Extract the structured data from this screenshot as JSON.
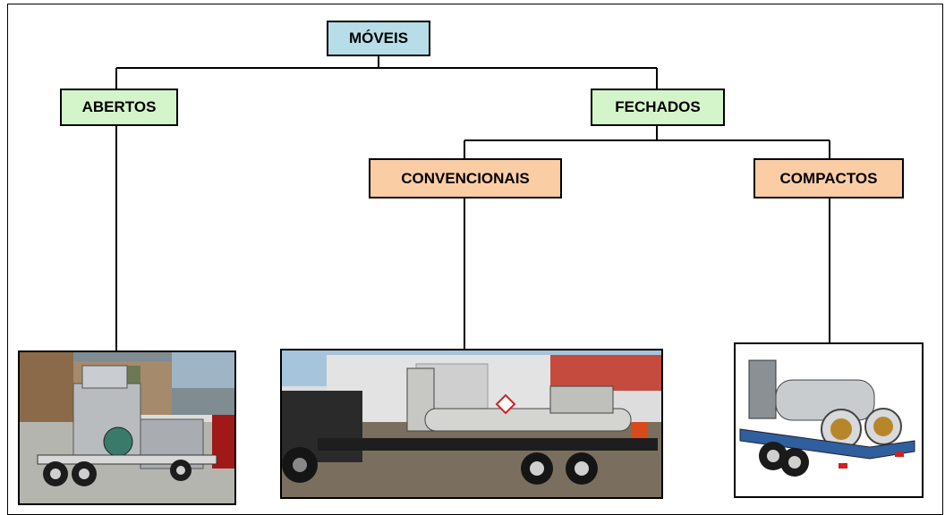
{
  "diagram": {
    "root": {
      "label": "MÓVEIS",
      "color": "#b7dde8"
    },
    "open": {
      "label": "ABERTOS",
      "color": "#d4f5c9"
    },
    "closed": {
      "label": "FECHADOS",
      "color": "#d4f5c9"
    },
    "conventional": {
      "label": "CONVENCIONAIS",
      "color": "#fbcda5"
    },
    "compact": {
      "label": "COMPACTOS",
      "color": "#fbcda5"
    }
  },
  "photos": [
    {
      "subject": "open-mobile-unit-trailer-photo"
    },
    {
      "subject": "conventional-mobile-unit-flatbed-photo"
    },
    {
      "subject": "compact-mobile-unit-trailer-photo"
    }
  ]
}
